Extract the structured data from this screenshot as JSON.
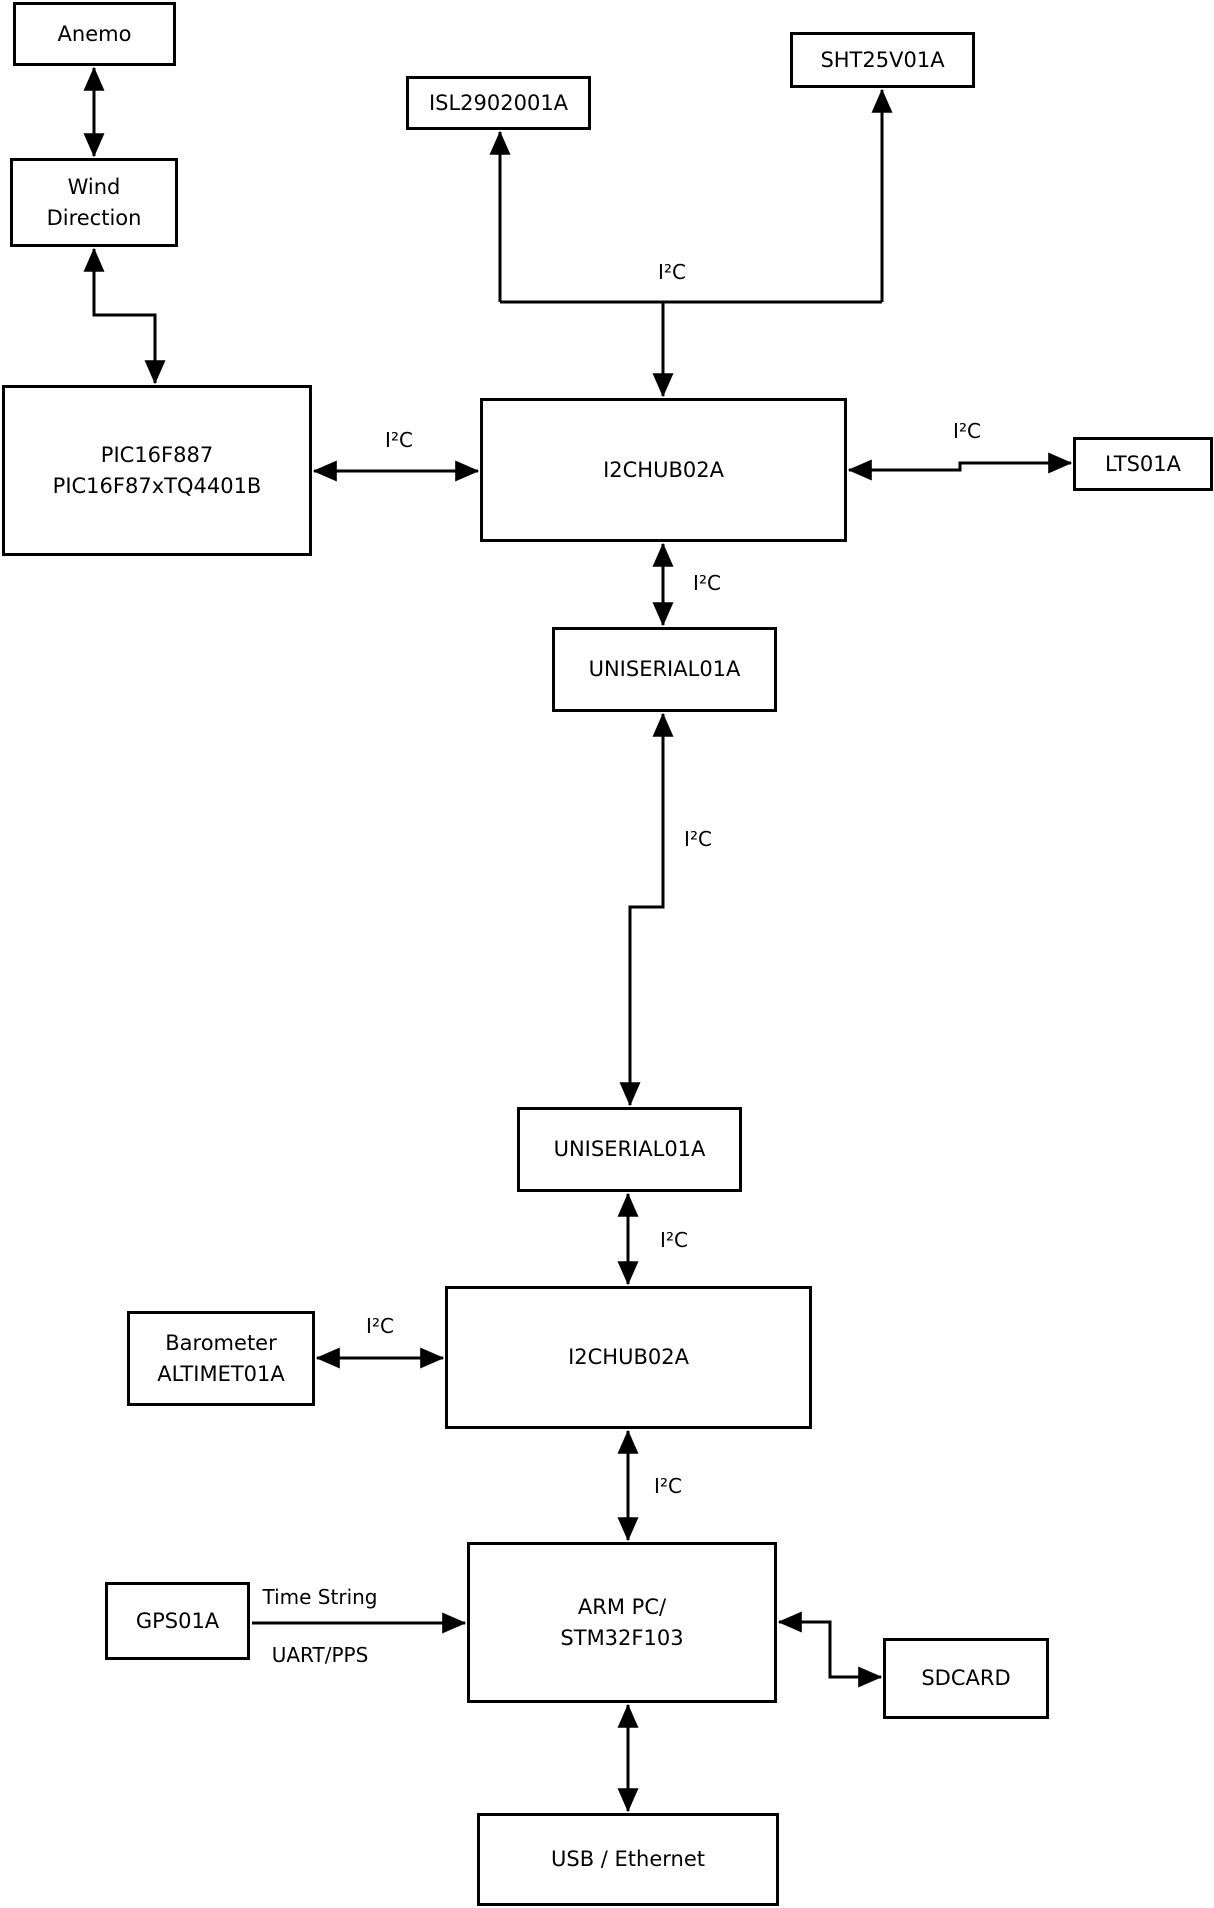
{
  "diagram": {
    "background_color": "#ffffff",
    "line_color": "#000000",
    "nodes": {
      "anemo": {
        "label": "Anemo"
      },
      "wind_direction": {
        "label": "Wind\nDirection"
      },
      "pic": {
        "label": "PIC16F887\nPIC16F87xTQ4401B"
      },
      "isl": {
        "label": "ISL2902001A"
      },
      "sht": {
        "label": "SHT25V01A"
      },
      "i2chub_top": {
        "label": "I2CHUB02A"
      },
      "lts": {
        "label": "LTS01A"
      },
      "uniserial_top": {
        "label": "UNISERIAL01A"
      },
      "uniserial_bottom": {
        "label": "UNISERIAL01A"
      },
      "barometer": {
        "label": "Barometer\nALTIMET01A"
      },
      "i2chub_bottom": {
        "label": "I2CHUB02A"
      },
      "gps": {
        "label": "GPS01A"
      },
      "arm_pc": {
        "label": "ARM PC/\nSTM32F103"
      },
      "sdcard": {
        "label": "SDCARD"
      },
      "usb_ethernet": {
        "label": "USB / Ethernet"
      }
    },
    "edge_labels": {
      "i2c_pic_hub": {
        "text": "I²C"
      },
      "i2c_sensor_bus": {
        "text": "I²C"
      },
      "i2c_hub_lts": {
        "text": "I²C"
      },
      "i2c_hub_uniserial": {
        "text": "I²C"
      },
      "i2c_uniserial_link": {
        "text": "I²C"
      },
      "i2c_uniserial_hub2": {
        "text": "I²C"
      },
      "i2c_barometer_hub2": {
        "text": "I²C"
      },
      "i2c_hub2_arm": {
        "text": "I²C"
      },
      "time_string": {
        "text": "Time String"
      },
      "uart_pps": {
        "text": "UART/PPS"
      }
    }
  }
}
